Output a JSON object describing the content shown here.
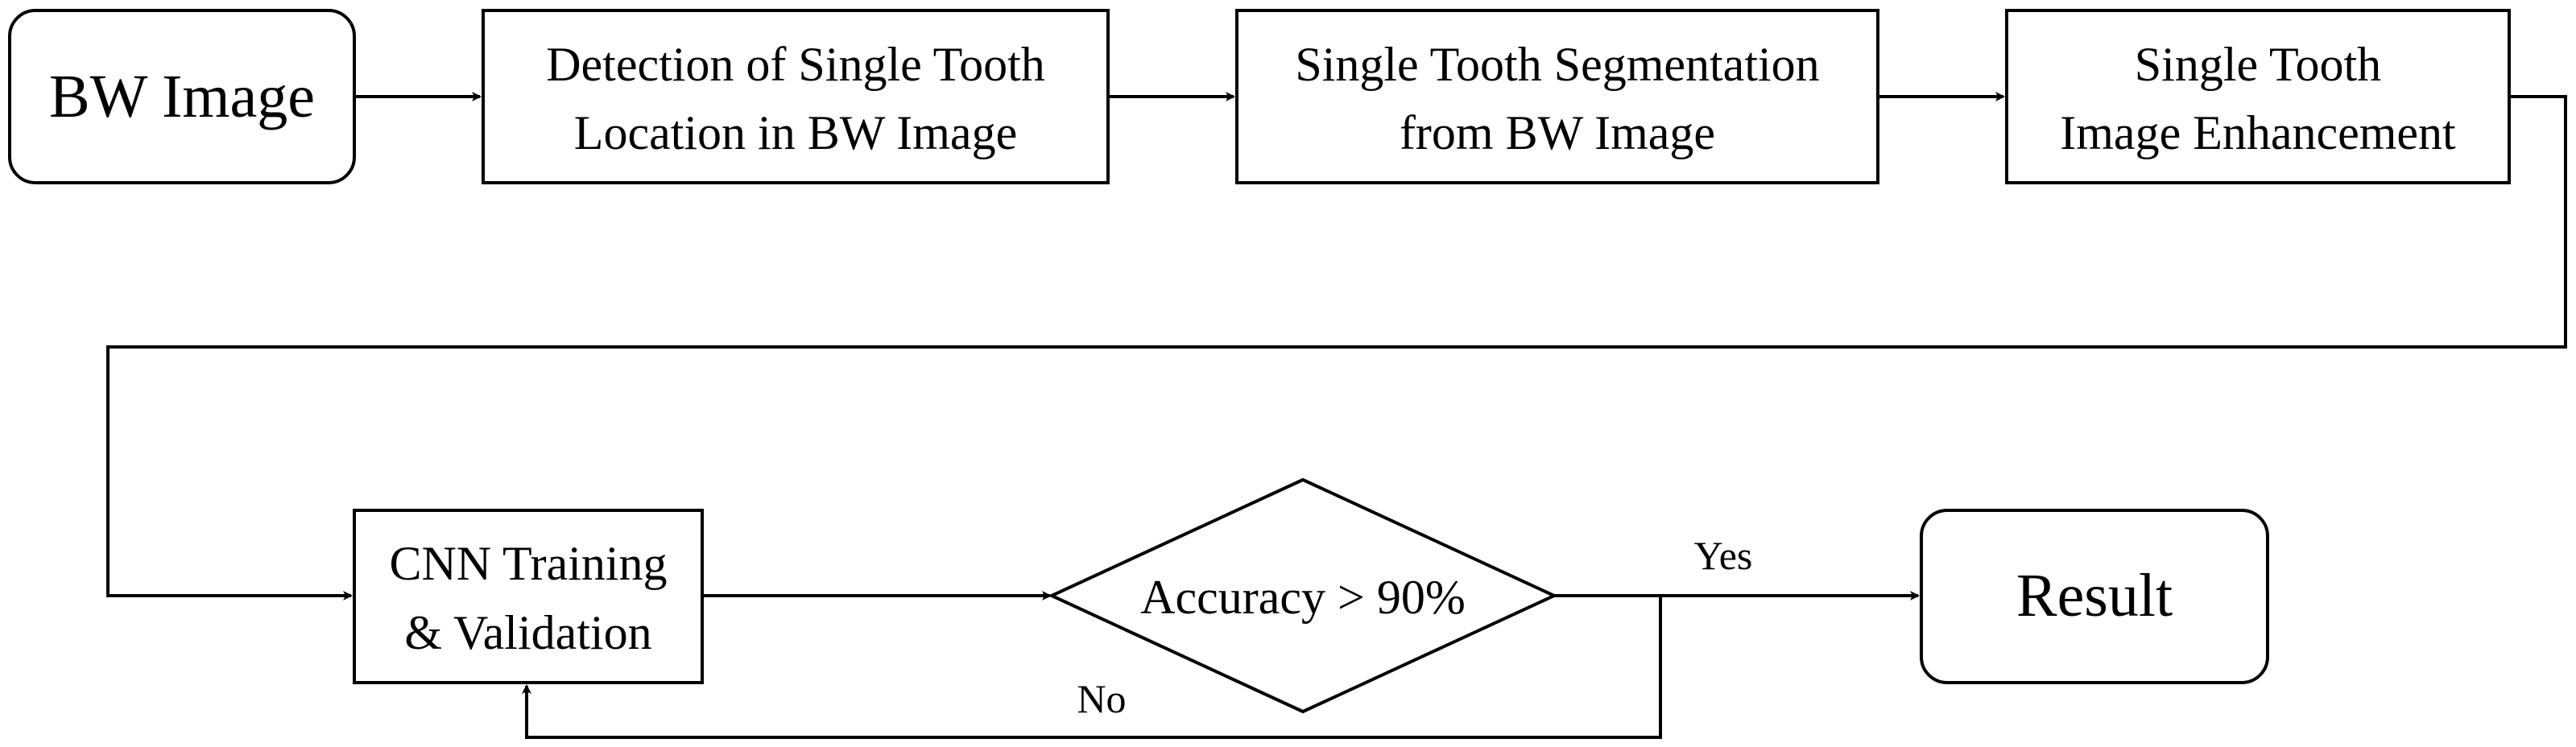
{
  "nodes": {
    "bw_image": "BW Image",
    "detection": [
      "Detection of Single Tooth",
      "Location in BW Image"
    ],
    "segmentation": [
      "Single Tooth Segmentation",
      "from BW Image"
    ],
    "enhancement": [
      "Single Tooth",
      "Image Enhancement"
    ],
    "cnn": [
      "CNN Training",
      "& Validation"
    ],
    "decision": "Accuracy > 90%",
    "result": "Result"
  },
  "edge_labels": {
    "yes": "Yes",
    "no": "No"
  },
  "colors": {
    "stroke": "#000000",
    "background": "#ffffff"
  }
}
